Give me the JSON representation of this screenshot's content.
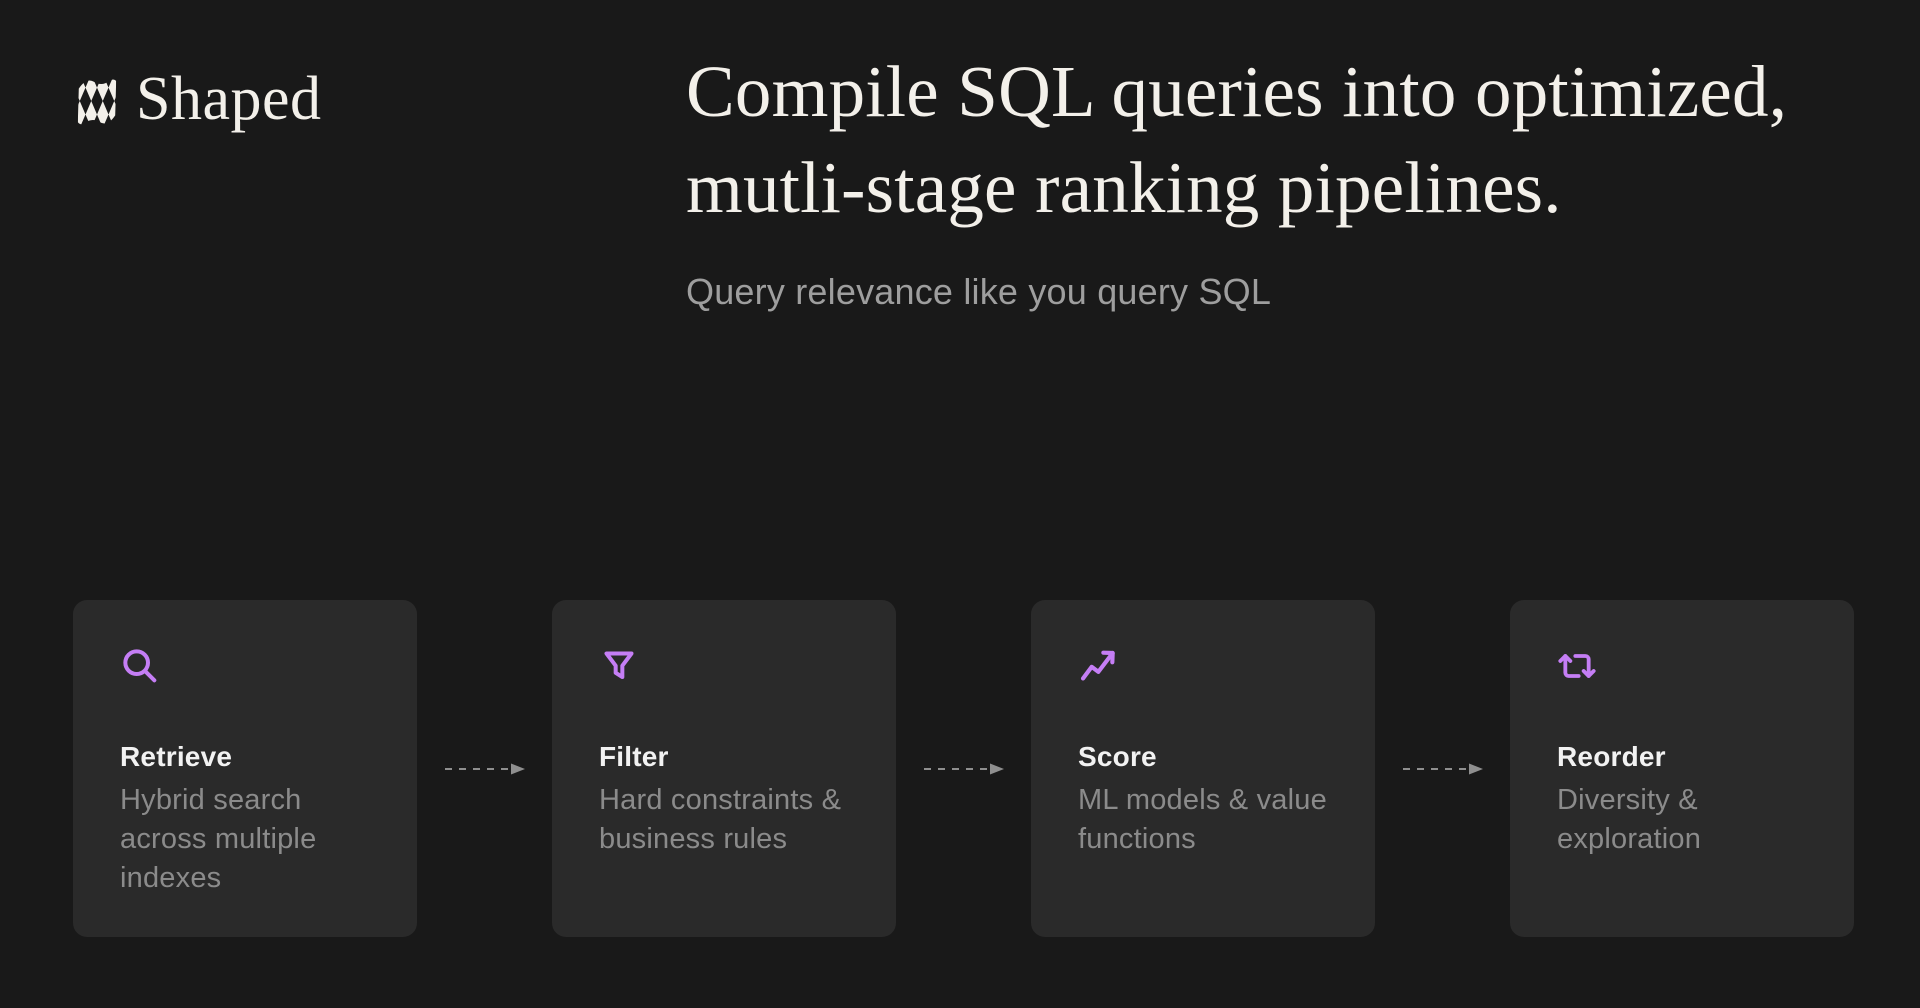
{
  "colors": {
    "page_bg": "#191919",
    "card_bg": "#2a2a2a",
    "accent_purple": "#c57ef5",
    "heading_text": "#f3f0ea",
    "subtitle_text": "#9e9e9e",
    "card_title_text": "#f2f2f2",
    "card_desc_text": "#8b8b8b",
    "connector_gray": "#8f8f8f"
  },
  "brand": {
    "name": "Shaped",
    "logo_icon": "shaped-logo-icon"
  },
  "hero": {
    "heading_line1": "Compile SQL queries into optimized,",
    "heading_line2": "mutli-stage ranking pipelines.",
    "subtitle": "Query relevance like you query SQL"
  },
  "pipeline": {
    "connector_icon": "dashed-arrow-right-icon",
    "stages": [
      {
        "icon": "search-icon",
        "title": "Retrieve",
        "description": "Hybrid search across multiple indexes"
      },
      {
        "icon": "filter-icon",
        "title": "Filter",
        "description": "Hard constraints & business rules"
      },
      {
        "icon": "trending-up-icon",
        "title": "Score",
        "description": "ML models & value functions"
      },
      {
        "icon": "repeat-icon",
        "title": "Reorder",
        "description": "Diversity & exploration"
      }
    ]
  }
}
